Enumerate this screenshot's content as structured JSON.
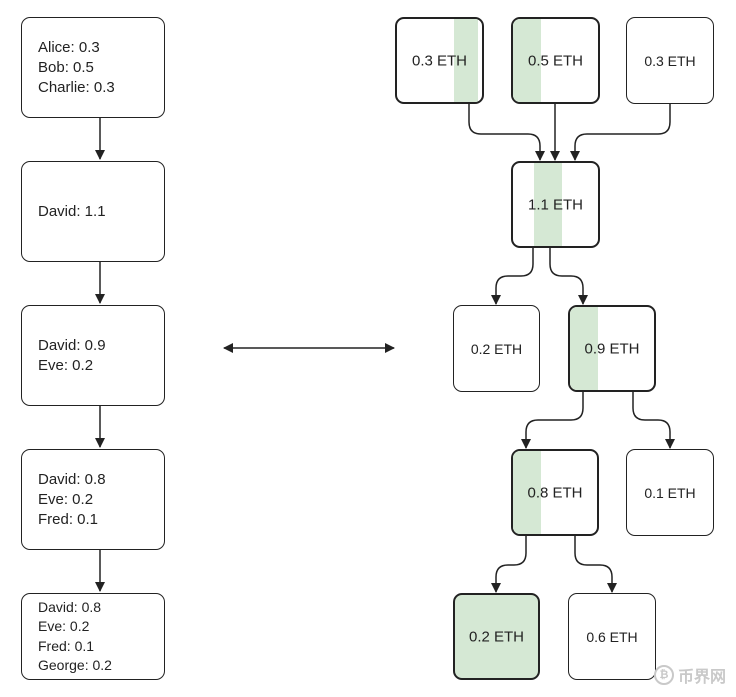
{
  "left_chain": [
    {
      "lines": [
        "Alice: 0.3",
        "Bob: 0.5",
        "Charlie: 0.3"
      ]
    },
    {
      "lines": [
        "David: 1.1"
      ]
    },
    {
      "lines": [
        "David: 0.9",
        "Eve: 0.2"
      ]
    },
    {
      "lines": [
        "David: 0.8",
        "Eve: 0.2",
        "Fred: 0.1"
      ]
    },
    {
      "lines": [
        "David: 0.8",
        "Eve: 0.2",
        "Fred: 0.1",
        "George: 0.2"
      ]
    }
  ],
  "utxo": {
    "inputs": [
      "0.3 ETH",
      "0.5 ETH",
      "0.3 ETH"
    ],
    "merged": "1.1 ETH",
    "split1": [
      "0.2 ETH",
      "0.9 ETH"
    ],
    "split2": [
      "0.8 ETH",
      "0.1 ETH"
    ],
    "split3": [
      "0.2 ETH",
      "0.6 ETH"
    ]
  },
  "colors": {
    "highlight": "#d5e8d4",
    "stroke": "#222222"
  },
  "watermark": {
    "text": "币界网",
    "icon": "bitcoin-coin-icon",
    "glyph": "₿"
  }
}
